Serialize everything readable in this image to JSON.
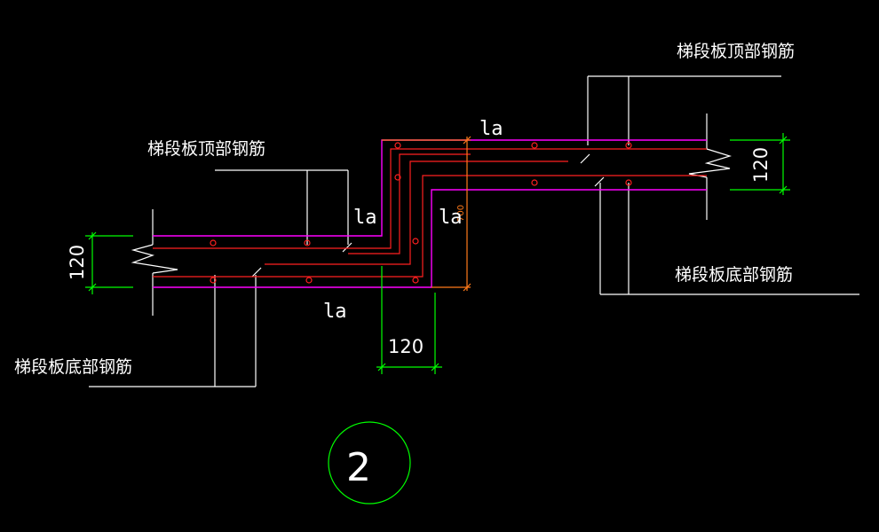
{
  "colors": {
    "background": "#000000",
    "outline": "#ffffff",
    "top_rebar": "#ff00ff",
    "bottom_rebar": "#ff0000",
    "dimension": "#00ff00",
    "dimension_small": "#ff7a1a",
    "detail_circle": "#00ff00"
  },
  "labels": {
    "left_top_rebar": "梯段板顶部钢筋",
    "left_bottom_rebar": "梯段板底部钢筋",
    "right_top_rebar": "梯段板顶部钢筋",
    "right_bottom_rebar": "梯段板底部钢筋",
    "la_top": "la",
    "la_left": "la",
    "la_middle": "la",
    "la_bottom": "la"
  },
  "dimensions": {
    "left_thickness": "120",
    "right_thickness": "120",
    "bottom_width": "120",
    "vertical_small": "700"
  },
  "detail_number": "2"
}
